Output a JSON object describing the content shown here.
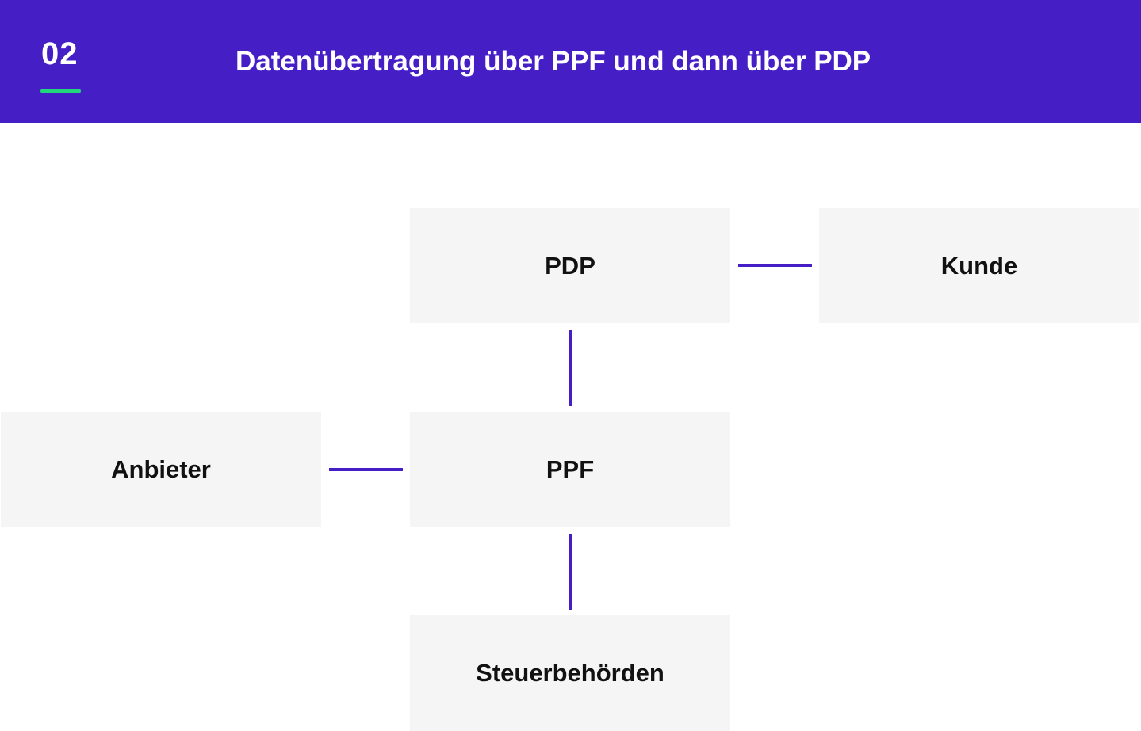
{
  "header": {
    "step_number": "02",
    "title": "Datenübertragung über PPF und dann über PDP",
    "background_color": "#451ec6",
    "accent_color": "#22d67c"
  },
  "diagram": {
    "nodes": {
      "pdp": "PDP",
      "kunde": "Kunde",
      "anbieter": "Anbieter",
      "ppf": "PPF",
      "steuerbehoerden": "Steuerbehörden"
    },
    "connections": [
      [
        "pdp",
        "kunde"
      ],
      [
        "anbieter",
        "ppf"
      ],
      [
        "pdp",
        "ppf"
      ],
      [
        "ppf",
        "steuerbehoerden"
      ]
    ],
    "node_color": "#f5f5f5",
    "connector_color": "#451ec6"
  }
}
